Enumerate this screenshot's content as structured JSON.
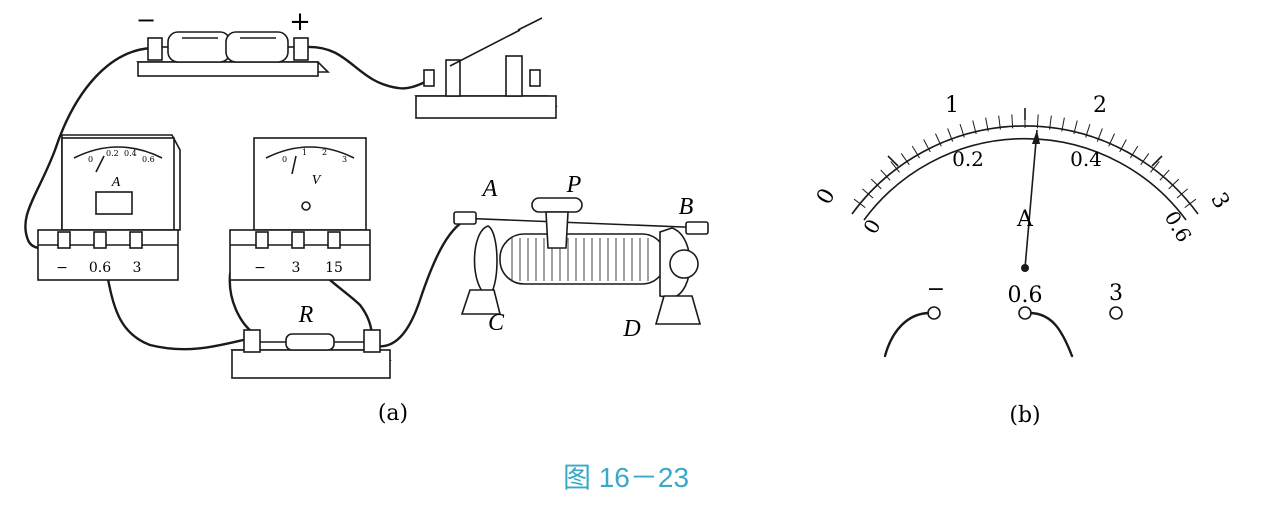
{
  "figure": {
    "caption": "图 16－23",
    "caption_color": "#3aa9c9"
  },
  "panel_a": {
    "label": "(a)",
    "battery": {
      "minus_label": "−",
      "plus_label": "+"
    },
    "ammeter": {
      "symbol": "A",
      "terminals": [
        "−",
        "0.6",
        "3"
      ],
      "scale": [
        "0",
        "0.2",
        "0.4",
        "0.6"
      ]
    },
    "voltmeter": {
      "symbol": "V",
      "terminals": [
        "−",
        "3",
        "15"
      ],
      "scale": [
        "0",
        "1",
        "2",
        "3"
      ]
    },
    "resistor": {
      "label": "R"
    },
    "rheostat": {
      "labels": [
        "A",
        "P",
        "B",
        "C",
        "D"
      ]
    }
  },
  "panel_b": {
    "label": "(b)",
    "meter_symbol": "A",
    "outer_scale": [
      "0",
      "1",
      "2",
      "3"
    ],
    "inner_scale": [
      "0",
      "0.2",
      "0.4",
      "0.6"
    ],
    "terminals": [
      "−",
      "0.6",
      "3"
    ],
    "needle_value": 0.3
  }
}
